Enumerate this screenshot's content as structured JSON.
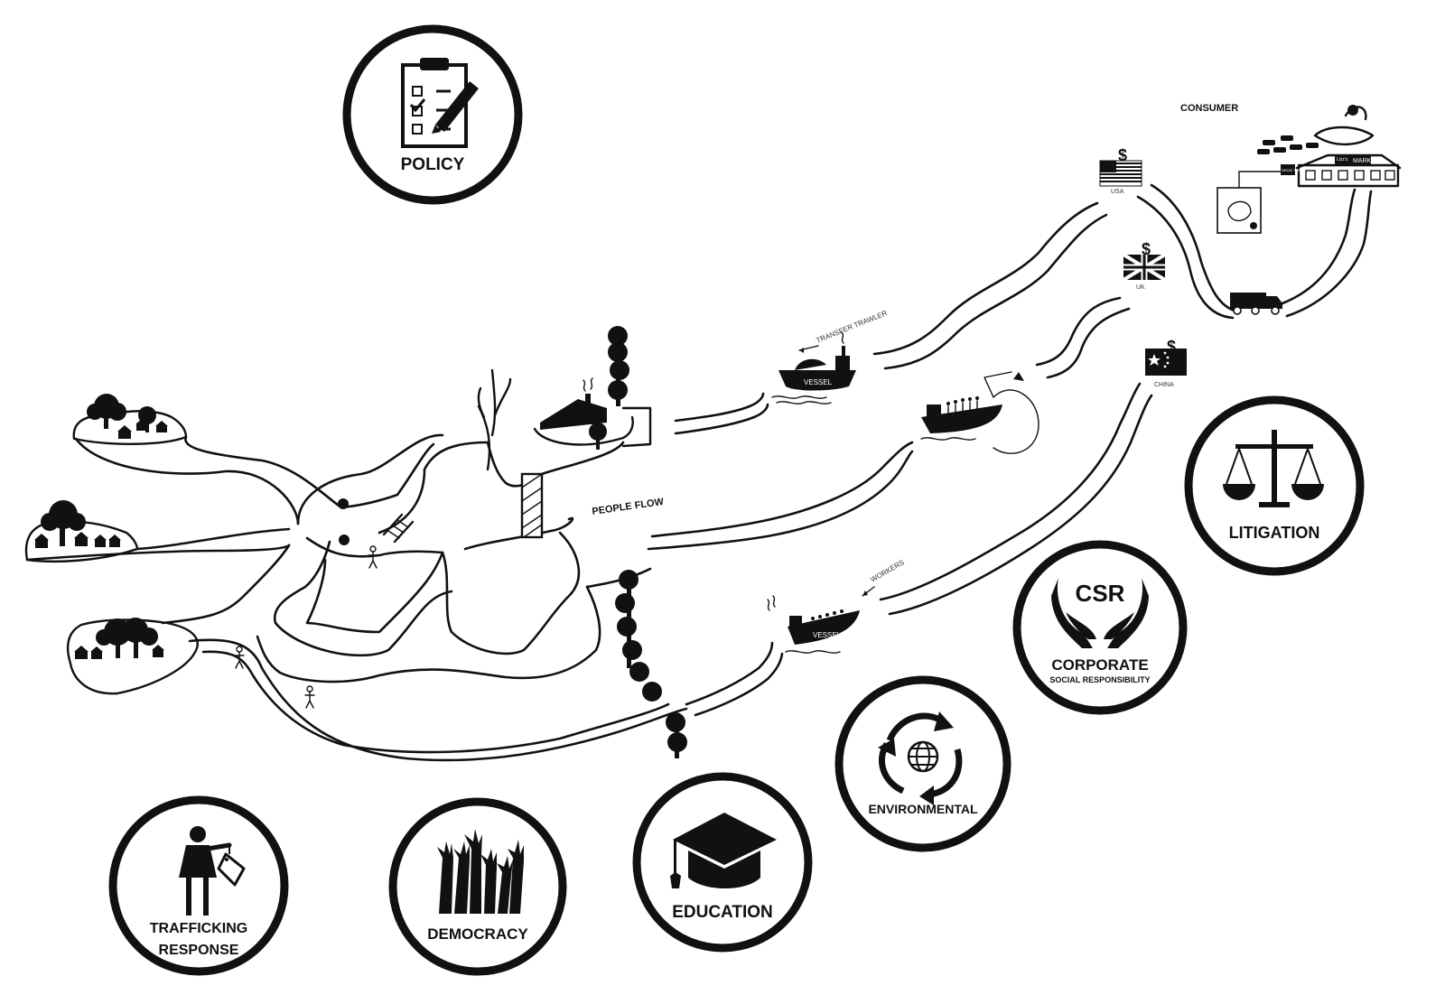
{
  "labels": {
    "consumer": "CONSUMER",
    "people_flow": "PEOPLE FLOW",
    "transfer_trawler": "TRANSFER TRAWLER",
    "workers": "WORKERS",
    "vessel_1": "VESSEL",
    "vessel_2": "VESSEL",
    "market": "MARKET",
    "market_script": "Lizz's",
    "drive_thru": "DRIVE THRU",
    "dollar": "$"
  },
  "countries": [
    {
      "name": "USA",
      "flag": "usa-flag"
    },
    {
      "name": "UK",
      "flag": "uk-flag"
    },
    {
      "name": "CHINA",
      "flag": "china-flag"
    }
  ],
  "badges": {
    "policy": {
      "label": "POLICY",
      "icon": "clipboard-pen-icon"
    },
    "litigation": {
      "label": "LITIGATION",
      "icon": "scales-icon"
    },
    "csr": {
      "acronym": "CSR",
      "label": "CORPORATE",
      "sublabel": "SOCIAL RESPONSIBILITY",
      "icon": "caring-hands-icon"
    },
    "environmental": {
      "label": "ENVIRONMENTAL",
      "icon": "recycle-globe-icon"
    },
    "education": {
      "label": "EDUCATION",
      "icon": "graduation-cap-icon"
    },
    "democracy": {
      "label": "DEMOCRACY",
      "icon": "raised-hands-icon"
    },
    "trafficking": {
      "label_line1": "TRAFFICKING",
      "label_line2": "RESPONSE",
      "icon": "person-price-tag-icon"
    }
  },
  "colors": {
    "ink": "#111111",
    "background": "#ffffff"
  }
}
